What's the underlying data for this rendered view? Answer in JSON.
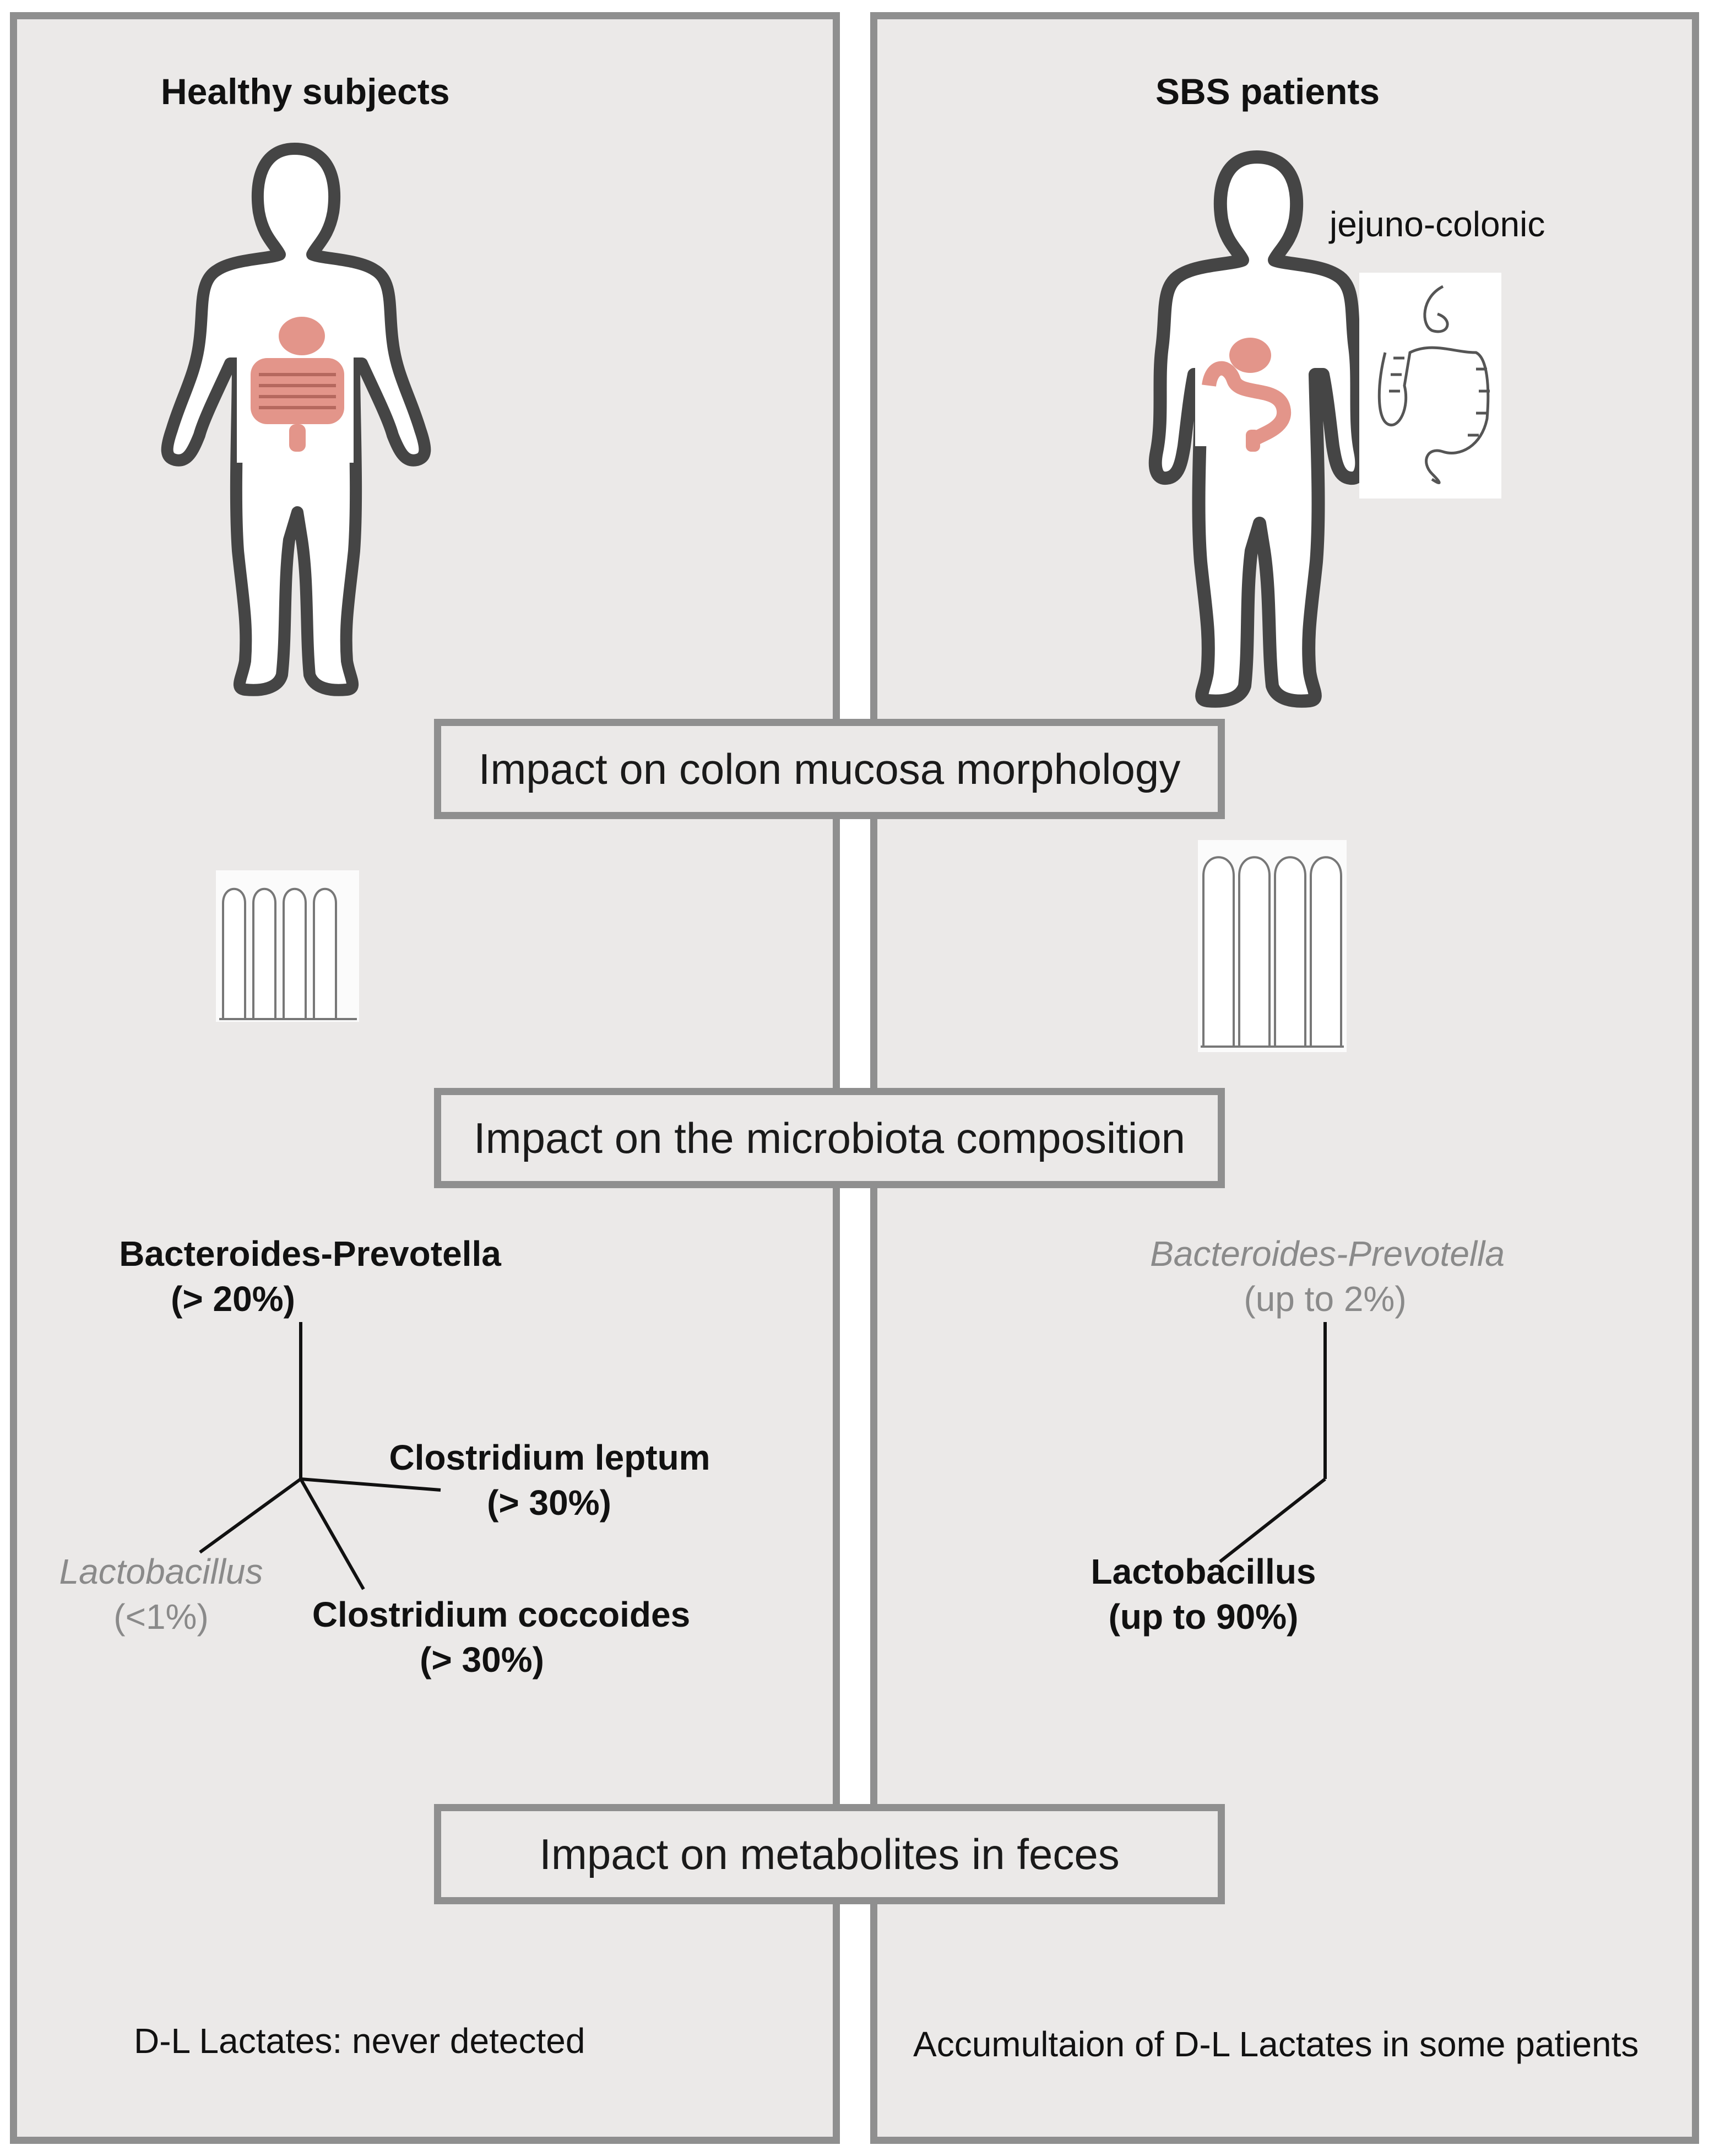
{
  "left": {
    "heading": "Healthy subjects",
    "taxa": {
      "bacteroides": {
        "name": "Bacteroides-Prevotella",
        "value": "(> 20%)"
      },
      "leptum": {
        "name": "Clostridium leptum",
        "value": "(> 30%)"
      },
      "coccoides": {
        "name": "Clostridium coccoides",
        "value": "(> 30%)"
      },
      "lactobacillus": {
        "name": "Lactobacillus",
        "value": "(<1%)"
      }
    },
    "metabolites": "D-L Lactates: never detected"
  },
  "right": {
    "heading": "SBS patients",
    "anatomy_label": "jejuno-colonic",
    "taxa": {
      "bacteroides": {
        "name": "Bacteroides-Prevotella",
        "value": "(up to 2%)"
      },
      "lactobacillus": {
        "name": "Lactobacillus",
        "value": "(up to 90%)"
      }
    },
    "metabolites": "Accumultaion of D-L Lactates in some patients"
  },
  "sections": {
    "morphology": "Impact on colon mucosa morphology",
    "microbiota": "Impact on the microbiota composition",
    "metabolites": "Impact on metabolites in feces"
  },
  "colors": {
    "panel_bg": "#ebe9e8",
    "panel_border": "#8f8f8f",
    "body_outline": "#454545",
    "organ": "#e3958a",
    "faded_text": "#8a8a8a"
  }
}
